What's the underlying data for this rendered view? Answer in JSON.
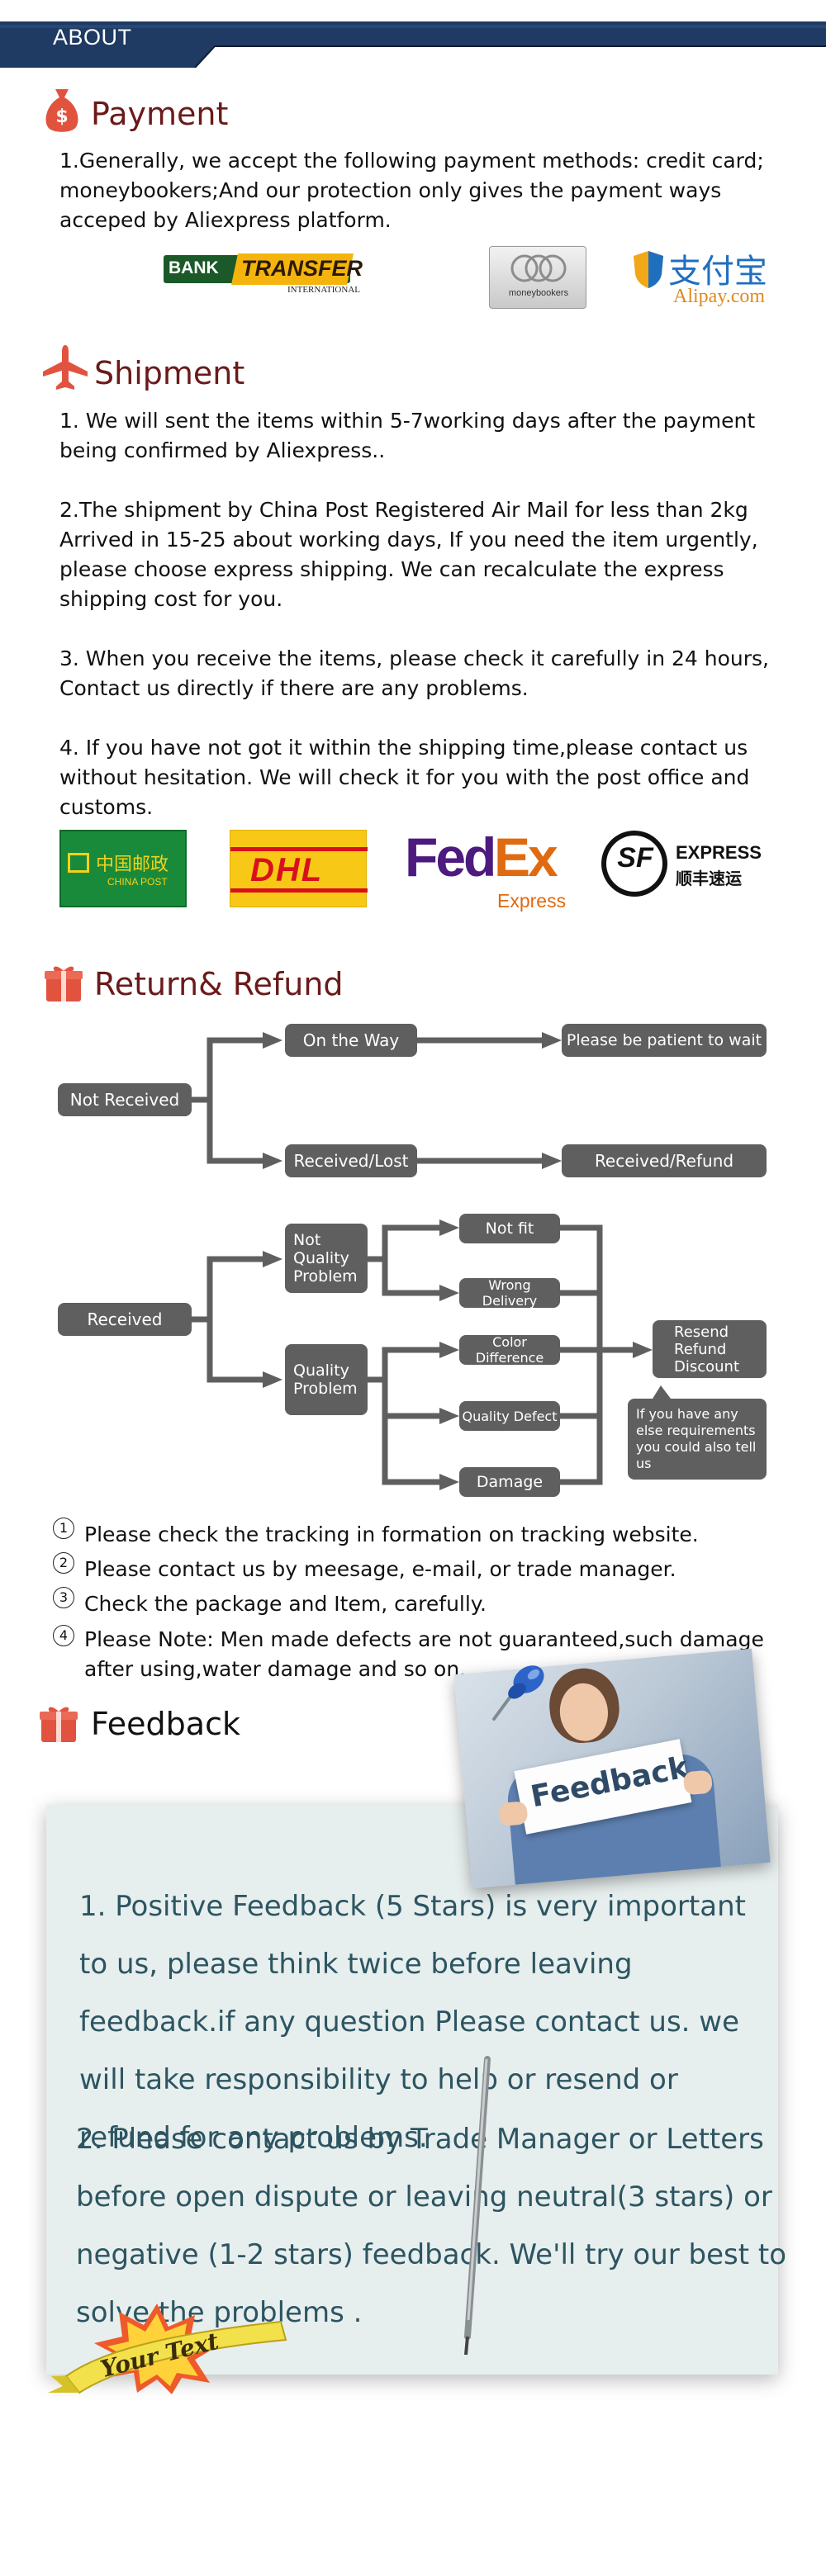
{
  "about": {
    "label": "ABOUT"
  },
  "payment": {
    "title": "Payment",
    "text": "1.Generally, we accept the following payment methods: credit card; moneybookers;And our protection only gives the payment ways acceped by Aliexpress platform.",
    "logos": {
      "bank_transfer": {
        "word1": "BANK",
        "word2": "TRANSFER",
        "sub": "INTERNATIONAL"
      },
      "moneybookers": {
        "name": "moneybookers"
      },
      "alipay": {
        "cn": "支付宝",
        "en": "Alipay.com"
      }
    }
  },
  "shipment": {
    "title": "Shipment",
    "paragraphs": [
      "1. We will sent the items within 5-7working days after the payment being confirmed by Aliexpress..",
      "2.The shipment by China Post Registered Air Mail for less than  2kg Arrived in 15-25 about working days, If  you need the item urgently, please choose express shipping. We can recalculate the express shipping cost for you.",
      "3. When you receive the items, please check it carefully in 24 hours, Contact us directly if there are any problems.",
      "4. If you have not got it within the shipping time,please contact us without hesitation. We will check it for you with the post office and customs."
    ],
    "logos": {
      "china_post": {
        "cn": "中国邮政",
        "en": "CHINA POST"
      },
      "dhl": {
        "name": "DHL"
      },
      "fedex": {
        "fed": "Fed",
        "ex": "Ex",
        "sub": "Express"
      },
      "sf": {
        "mark": "SF",
        "en": "EXPRESS",
        "cn": "顺丰速运"
      }
    }
  },
  "refund": {
    "title": "Return& Refund",
    "flow": {
      "not_received": "Not Received",
      "on_the_way": "On the Way",
      "be_patient": "Please be patient to wait",
      "received_lost": "Received/Lost",
      "received_refund": "Received/Refund",
      "received": "Received",
      "not_quality": "Not Quality Problem",
      "quality": "Quality Problem",
      "not_fit": "Not fit",
      "wrong_delivery": "Wrong Delivery",
      "color_difference": "Color Difference",
      "quality_defect": "Quality Defect",
      "damage": "Damage",
      "resend": "Resend Refund Discount",
      "else": "If you have any else requirements you could also tell us"
    },
    "notes": [
      {
        "num": "1",
        "text": "Please check the tracking in formation on tracking website."
      },
      {
        "num": "2",
        "text": "Please contact us by meesage, e-mail, or trade manager."
      },
      {
        "num": "3",
        "text": "Check the package and Item, carefully."
      },
      {
        "num": "4",
        "text": "Please Note: Men made defects  are not guaranteed,such damage after using,water damage and so on."
      }
    ]
  },
  "feedback": {
    "title": "Feedback",
    "sign": "Feedback",
    "p1": "1. Positive Feedback (5 Stars) is very important to us, please think twice before leaving feedback.if any question Please contact  us. we will take responsibility to help or resend or refund for any problems.",
    "p2": "2. Please contact us by Trade Manager or Letters before open dispute or leaving neutral(3 stars) or negative (1-2 stars) feedback. We'll try our best to solve the problems .",
    "badge": "Your Text"
  },
  "colors": {
    "banner": "#1f3a63",
    "title_red": "#6b1a1a",
    "icon_red": "#e2533f",
    "flow_gray": "#5f5f5f",
    "feedback_text": "#2c5561"
  },
  "icons": [
    "money-bag-icon",
    "airplane-icon",
    "gift-box-icon",
    "push-pin-icon"
  ]
}
